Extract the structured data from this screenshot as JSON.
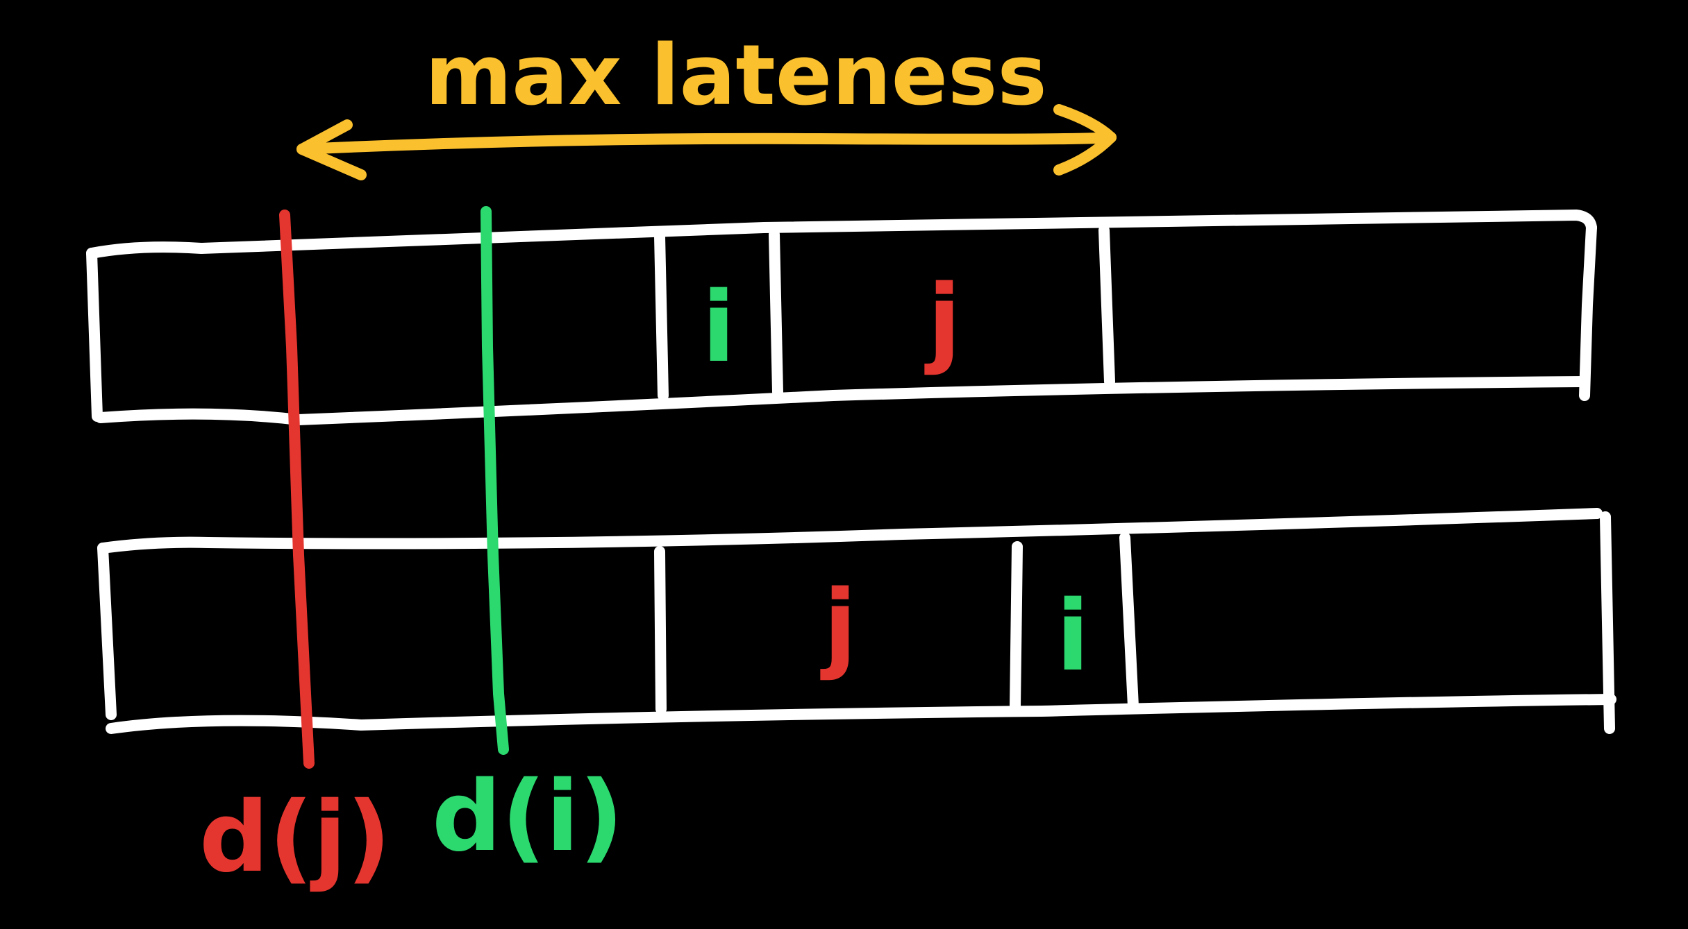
{
  "title": "max lateness",
  "schedules": [
    {
      "cells": [
        "",
        "",
        "i",
        "j",
        ""
      ]
    },
    {
      "cells": [
        "",
        "",
        "j",
        "i",
        ""
      ]
    }
  ],
  "deadlines": [
    {
      "label": "d(j)",
      "job": "j"
    },
    {
      "label": "d(i)",
      "job": "i"
    }
  ],
  "colors": {
    "background": "#000000",
    "outline": "#ffffff",
    "job_i": "#2bd96f",
    "job_j": "#e5352f",
    "arrow": "#fbc02d"
  }
}
